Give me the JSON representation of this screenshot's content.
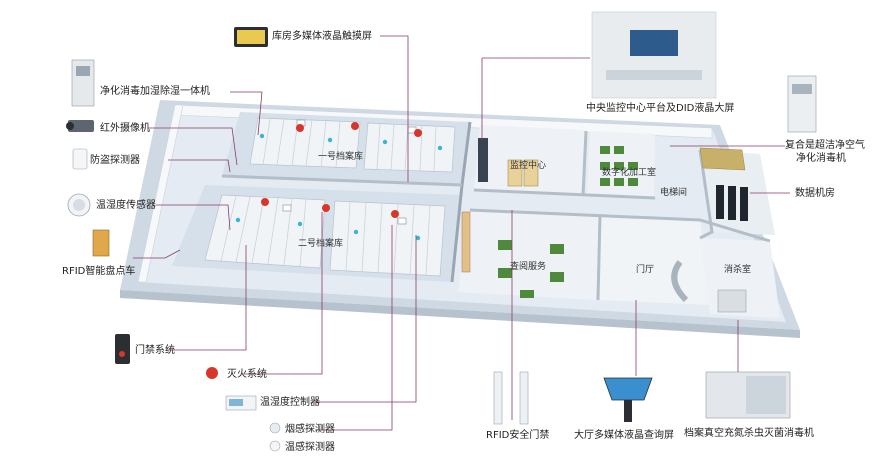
{
  "labels": {
    "touch_screen": "库房多媒体液晶触摸屏",
    "monitor_center_screen": "中央监控中心平台及DID液晶大屏",
    "purifier": "净化消毒加湿除湿一体机",
    "ir_camera": "红外摄像机",
    "anti_theft": "防盗探测器",
    "th_sensor": "温湿度传感器",
    "rfid_cart": "RFID智能盘点车",
    "access_control": "门禁系统",
    "fire_extinguish": "灭火系统",
    "th_controller": "温湿度控制器",
    "smoke_detector": "烟感探测器",
    "heat_detector": "温感探测器",
    "rfid_gate": "RFID安全门禁",
    "hall_query_screen": "大厅多媒体液晶查询屏",
    "vacuum_disinfect": "档案真空充氮杀虫灭菌消毒机",
    "air_purifier_l1": "复合是超洁净空气",
    "air_purifier_l2": "净化消毒机",
    "data_room": "数据机房"
  },
  "rooms": {
    "archive_1": "一号档案库",
    "archive_2": "二号档案库",
    "monitor_center": "监控中心",
    "digitizing": "数字化加工室",
    "elevator": "电梯间",
    "reading_service": "查阅服务",
    "hall": "门厅",
    "disinfect_room": "消杀室"
  },
  "colors": {
    "floor": "#dfe6ee",
    "wall": "#f4f6f8",
    "shelf": "#eef1f4",
    "desk": "#4f8a3c",
    "leader": "#8a3a6a",
    "sensor": "#3ab4d6",
    "extinguisher": "#d8362a"
  }
}
